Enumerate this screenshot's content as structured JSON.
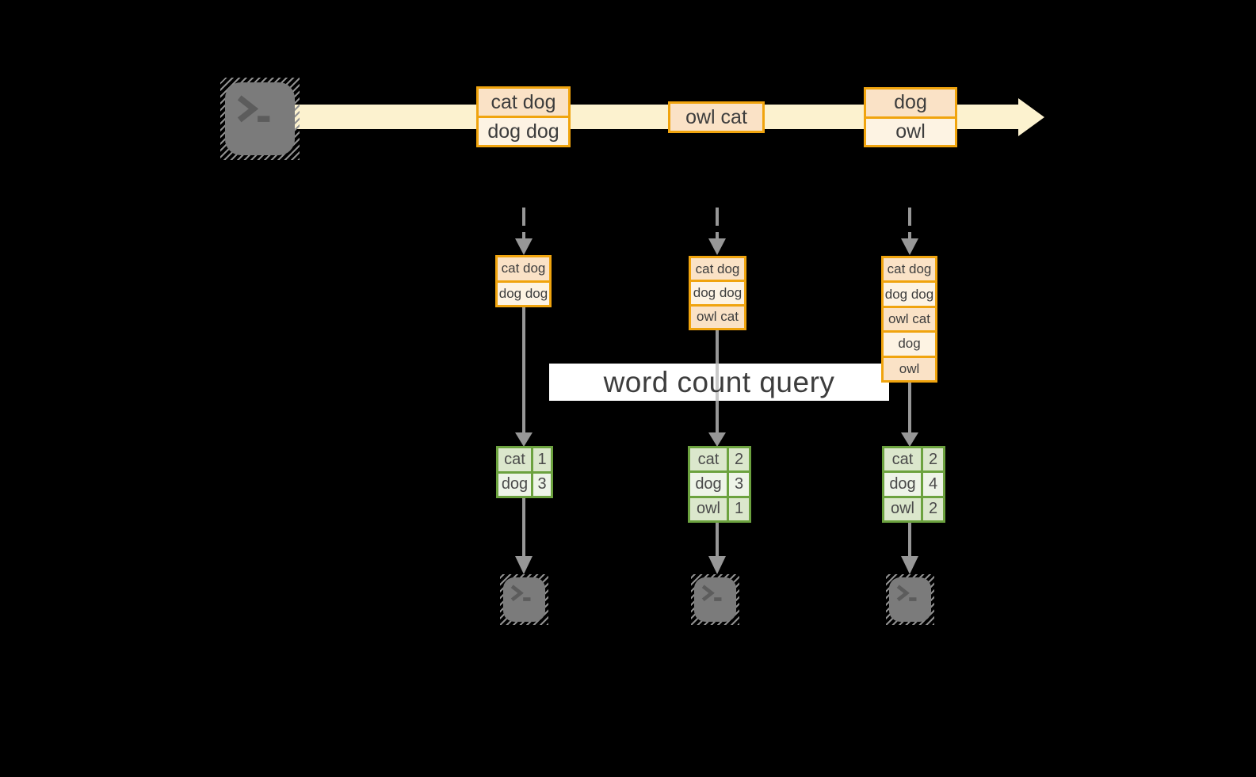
{
  "query": {
    "label": "word count query"
  },
  "icons": {
    "source": "terminal-icon",
    "sink": "terminal-icon"
  },
  "colors": {
    "background": "#000000",
    "event_border": "#F0A40E",
    "event_fill_dark": "#FAE2C6",
    "event_fill_light": "#FDF3E3",
    "stream_fill": "#FCF2CF",
    "table_border": "#6CA23F",
    "table_fill_dark": "#DBE7CC",
    "table_fill_light": "#EEF4E8",
    "arrow_gray": "#979797",
    "query_band": "#FFFFFF"
  },
  "stream": {
    "events": [
      {
        "rows": [
          "cat dog",
          "dog dog"
        ]
      },
      {
        "rows": [
          "owl cat"
        ]
      },
      {
        "rows": [
          "dog",
          "owl"
        ]
      }
    ]
  },
  "columns": [
    {
      "buffer": [
        "cat dog",
        "dog dog"
      ],
      "counts": [
        {
          "word": "cat",
          "count": "1"
        },
        {
          "word": "dog",
          "count": "3"
        }
      ]
    },
    {
      "buffer": [
        "cat dog",
        "dog dog",
        "owl cat"
      ],
      "counts": [
        {
          "word": "cat",
          "count": "2"
        },
        {
          "word": "dog",
          "count": "3"
        },
        {
          "word": "owl",
          "count": "1"
        }
      ]
    },
    {
      "buffer": [
        "cat dog",
        "dog dog",
        "owl cat",
        "dog",
        "owl"
      ],
      "counts": [
        {
          "word": "cat",
          "count": "2"
        },
        {
          "word": "dog",
          "count": "4"
        },
        {
          "word": "owl",
          "count": "2"
        }
      ]
    }
  ]
}
